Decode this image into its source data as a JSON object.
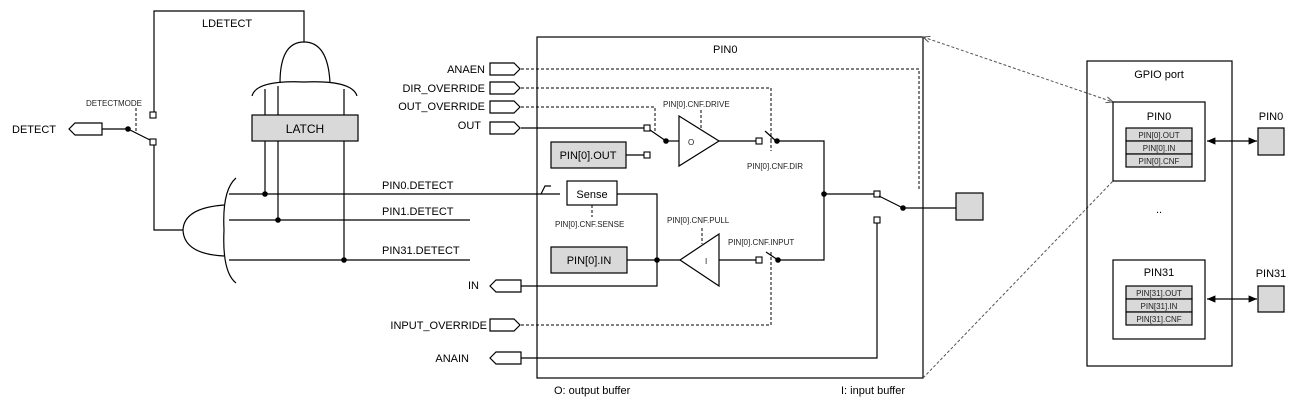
{
  "title": "GPIO pin detect and configuration block diagram",
  "labels": {
    "ldetect": "LDETECT",
    "detect": "DETECT",
    "detectmode": "DETECTMODE",
    "latch": "LATCH",
    "pin0_detect": "PIN0.DETECT",
    "pin1_detect": "PIN1.DETECT",
    "pin31_detect": "PIN31.DETECT",
    "anaen": "ANAEN",
    "dir_override": "DIR_OVERRIDE",
    "out_override": "OUT_OVERRIDE",
    "out": "OUT",
    "in": "IN",
    "input_override": "INPUT_OVERRIDE",
    "anain": "ANAIN",
    "pin0_block": "PIN0",
    "pin_out_reg": "PIN[0].OUT",
    "pin_in_reg": "PIN[0].IN",
    "sense": "Sense",
    "cnf_sense": "PIN[0].CNF.SENSE",
    "cnf_drive": "PIN[0].CNF.DRIVE",
    "cnf_dir": "PIN[0].CNF.DIR",
    "cnf_pull": "PIN[0].CNF.PULL",
    "cnf_input": "PIN[0].CNF.INPUT",
    "out_buf_glyph": "O",
    "in_buf_glyph": "I",
    "legend_out": "O: output buffer",
    "legend_in": "I: input buffer"
  },
  "gpio_port": {
    "title": "GPIO port",
    "ellipsis": "..",
    "pins": [
      {
        "name": "PIN0",
        "pad_label": "PIN0",
        "regs": [
          "PIN[0].OUT",
          "PIN[0].IN",
          "PIN[0].CNF"
        ]
      },
      {
        "name": "PIN31",
        "pad_label": "PIN31",
        "regs": [
          "PIN[31].OUT",
          "PIN[31].IN",
          "PIN[31].CNF"
        ]
      }
    ]
  },
  "colors": {
    "register_fill": "#d9d9d9",
    "pad_fill": "#d9d9d9",
    "line": "#000000"
  }
}
